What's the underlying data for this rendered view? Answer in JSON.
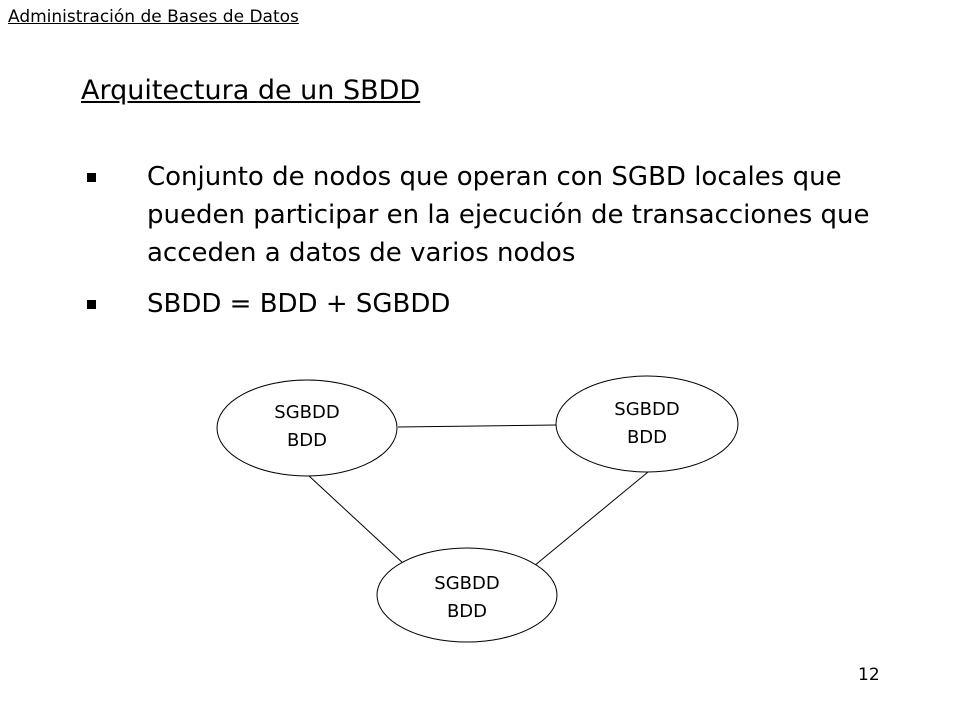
{
  "header": {
    "text": "Administración de Bases de Datos"
  },
  "slide": {
    "title": "Arquitectura de un SBDD",
    "bullets": [
      {
        "text": "Conjunto de nodos que operan con SGBD locales que pueden participar en la ejecución de transacciones que acceden a datos de varios nodos"
      },
      {
        "text": "SBDD = BDD + SGBDD"
      }
    ],
    "page_number": "12"
  },
  "diagram": {
    "nodes": [
      {
        "line1": "SGBDD",
        "line2": "BDD"
      },
      {
        "line1": "SGBDD",
        "line2": "BDD"
      },
      {
        "line1": "SGBDD",
        "line2": "BDD"
      }
    ]
  }
}
